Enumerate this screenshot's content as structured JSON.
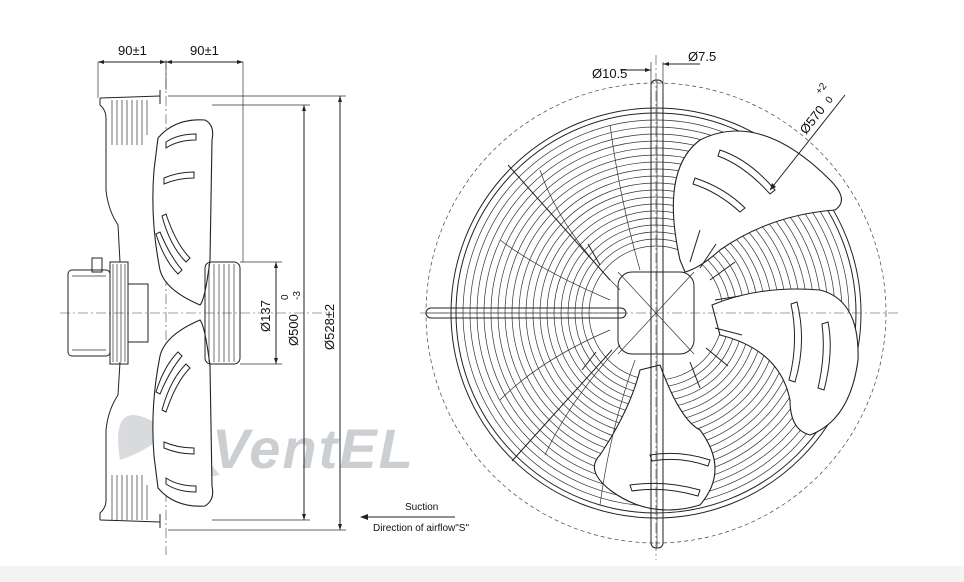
{
  "dimensions": {
    "width_left": "90±1",
    "width_right": "90±1",
    "hub_dia": "Ø137",
    "inner_dia": "Ø500",
    "inner_dia_tol_top": "0",
    "inner_dia_tol_bottom": "-3",
    "outer_dia": "Ø528±2",
    "mount_hole": "Ø10.5",
    "mount_slot": "Ø7.5",
    "guard_dia": "Ø570",
    "guard_dia_tol_top": "+2",
    "guard_dia_tol_bottom": "0"
  },
  "airflow": {
    "suction_label": "Suction",
    "direction_label": "Direction of airflow\"S\""
  },
  "watermark": {
    "text": "VentEL",
    "color_dark": "#8a8f96",
    "color_accent": "#7fa3c8"
  }
}
